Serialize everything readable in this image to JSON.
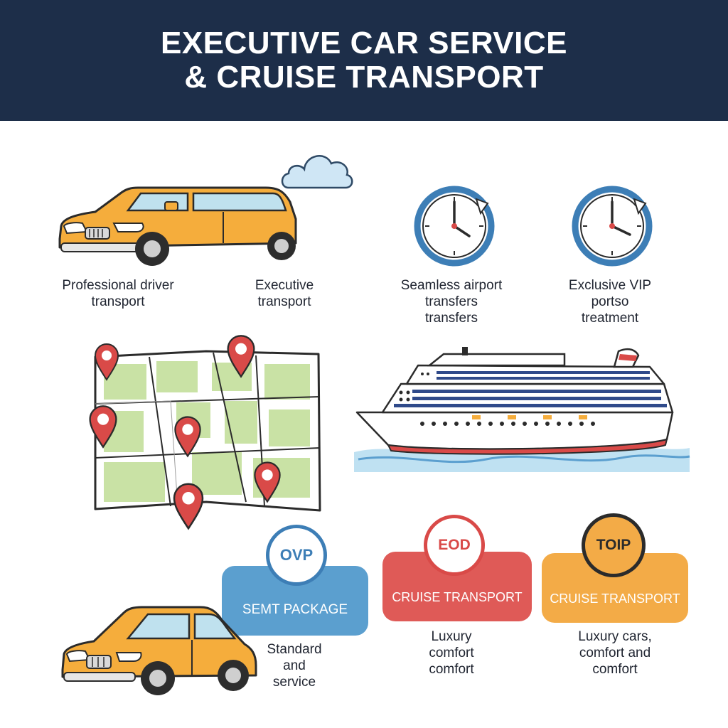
{
  "header": {
    "title_line1": "EXECUTIVE CAR SERVICE",
    "title_line2": "& CRUISE TRANSPORT"
  },
  "icons": {
    "cloud": "cloud-icon",
    "limousine": "limousine-icon",
    "clock_1": "clock-icon",
    "clock_2": "clock-icon",
    "map": "map-icon",
    "ship": "cruise-ship-icon",
    "sedan": "sedan-icon"
  },
  "features": [
    {
      "line1": "Professional driver",
      "line2": "transport"
    },
    {
      "line1": "Executive",
      "line2": "transport"
    },
    {
      "line1": "Seamless airport",
      "line2": "transfers",
      "line3": "transfers"
    },
    {
      "line1": "Exclusive VIP",
      "line2": "portso",
      "line3": "treatment"
    }
  ],
  "packages": [
    {
      "badge": "OVP",
      "pill": "SEMT PACKAGE",
      "desc1": "Standard",
      "desc2": "and",
      "desc3": "service",
      "color": "#5b9fcf"
    },
    {
      "badge": "EOD",
      "pill": "CRUISE TRANSPORT",
      "desc1": "Luxury",
      "desc2": "comfort",
      "desc3": "comfort",
      "color": "#df5a57"
    },
    {
      "badge": "TOIP",
      "pill": "CRUISE TRANSPORT",
      "desc1": "Luxury cars,",
      "desc2": "comfort and",
      "desc3": "comfort",
      "color": "#f3ab47"
    }
  ],
  "colors": {
    "navy": "#1d2e49",
    "car": "#f5ad3c",
    "clock": "#3d7eb6",
    "pin": "#d94a48",
    "map": "#c9e2a5"
  }
}
